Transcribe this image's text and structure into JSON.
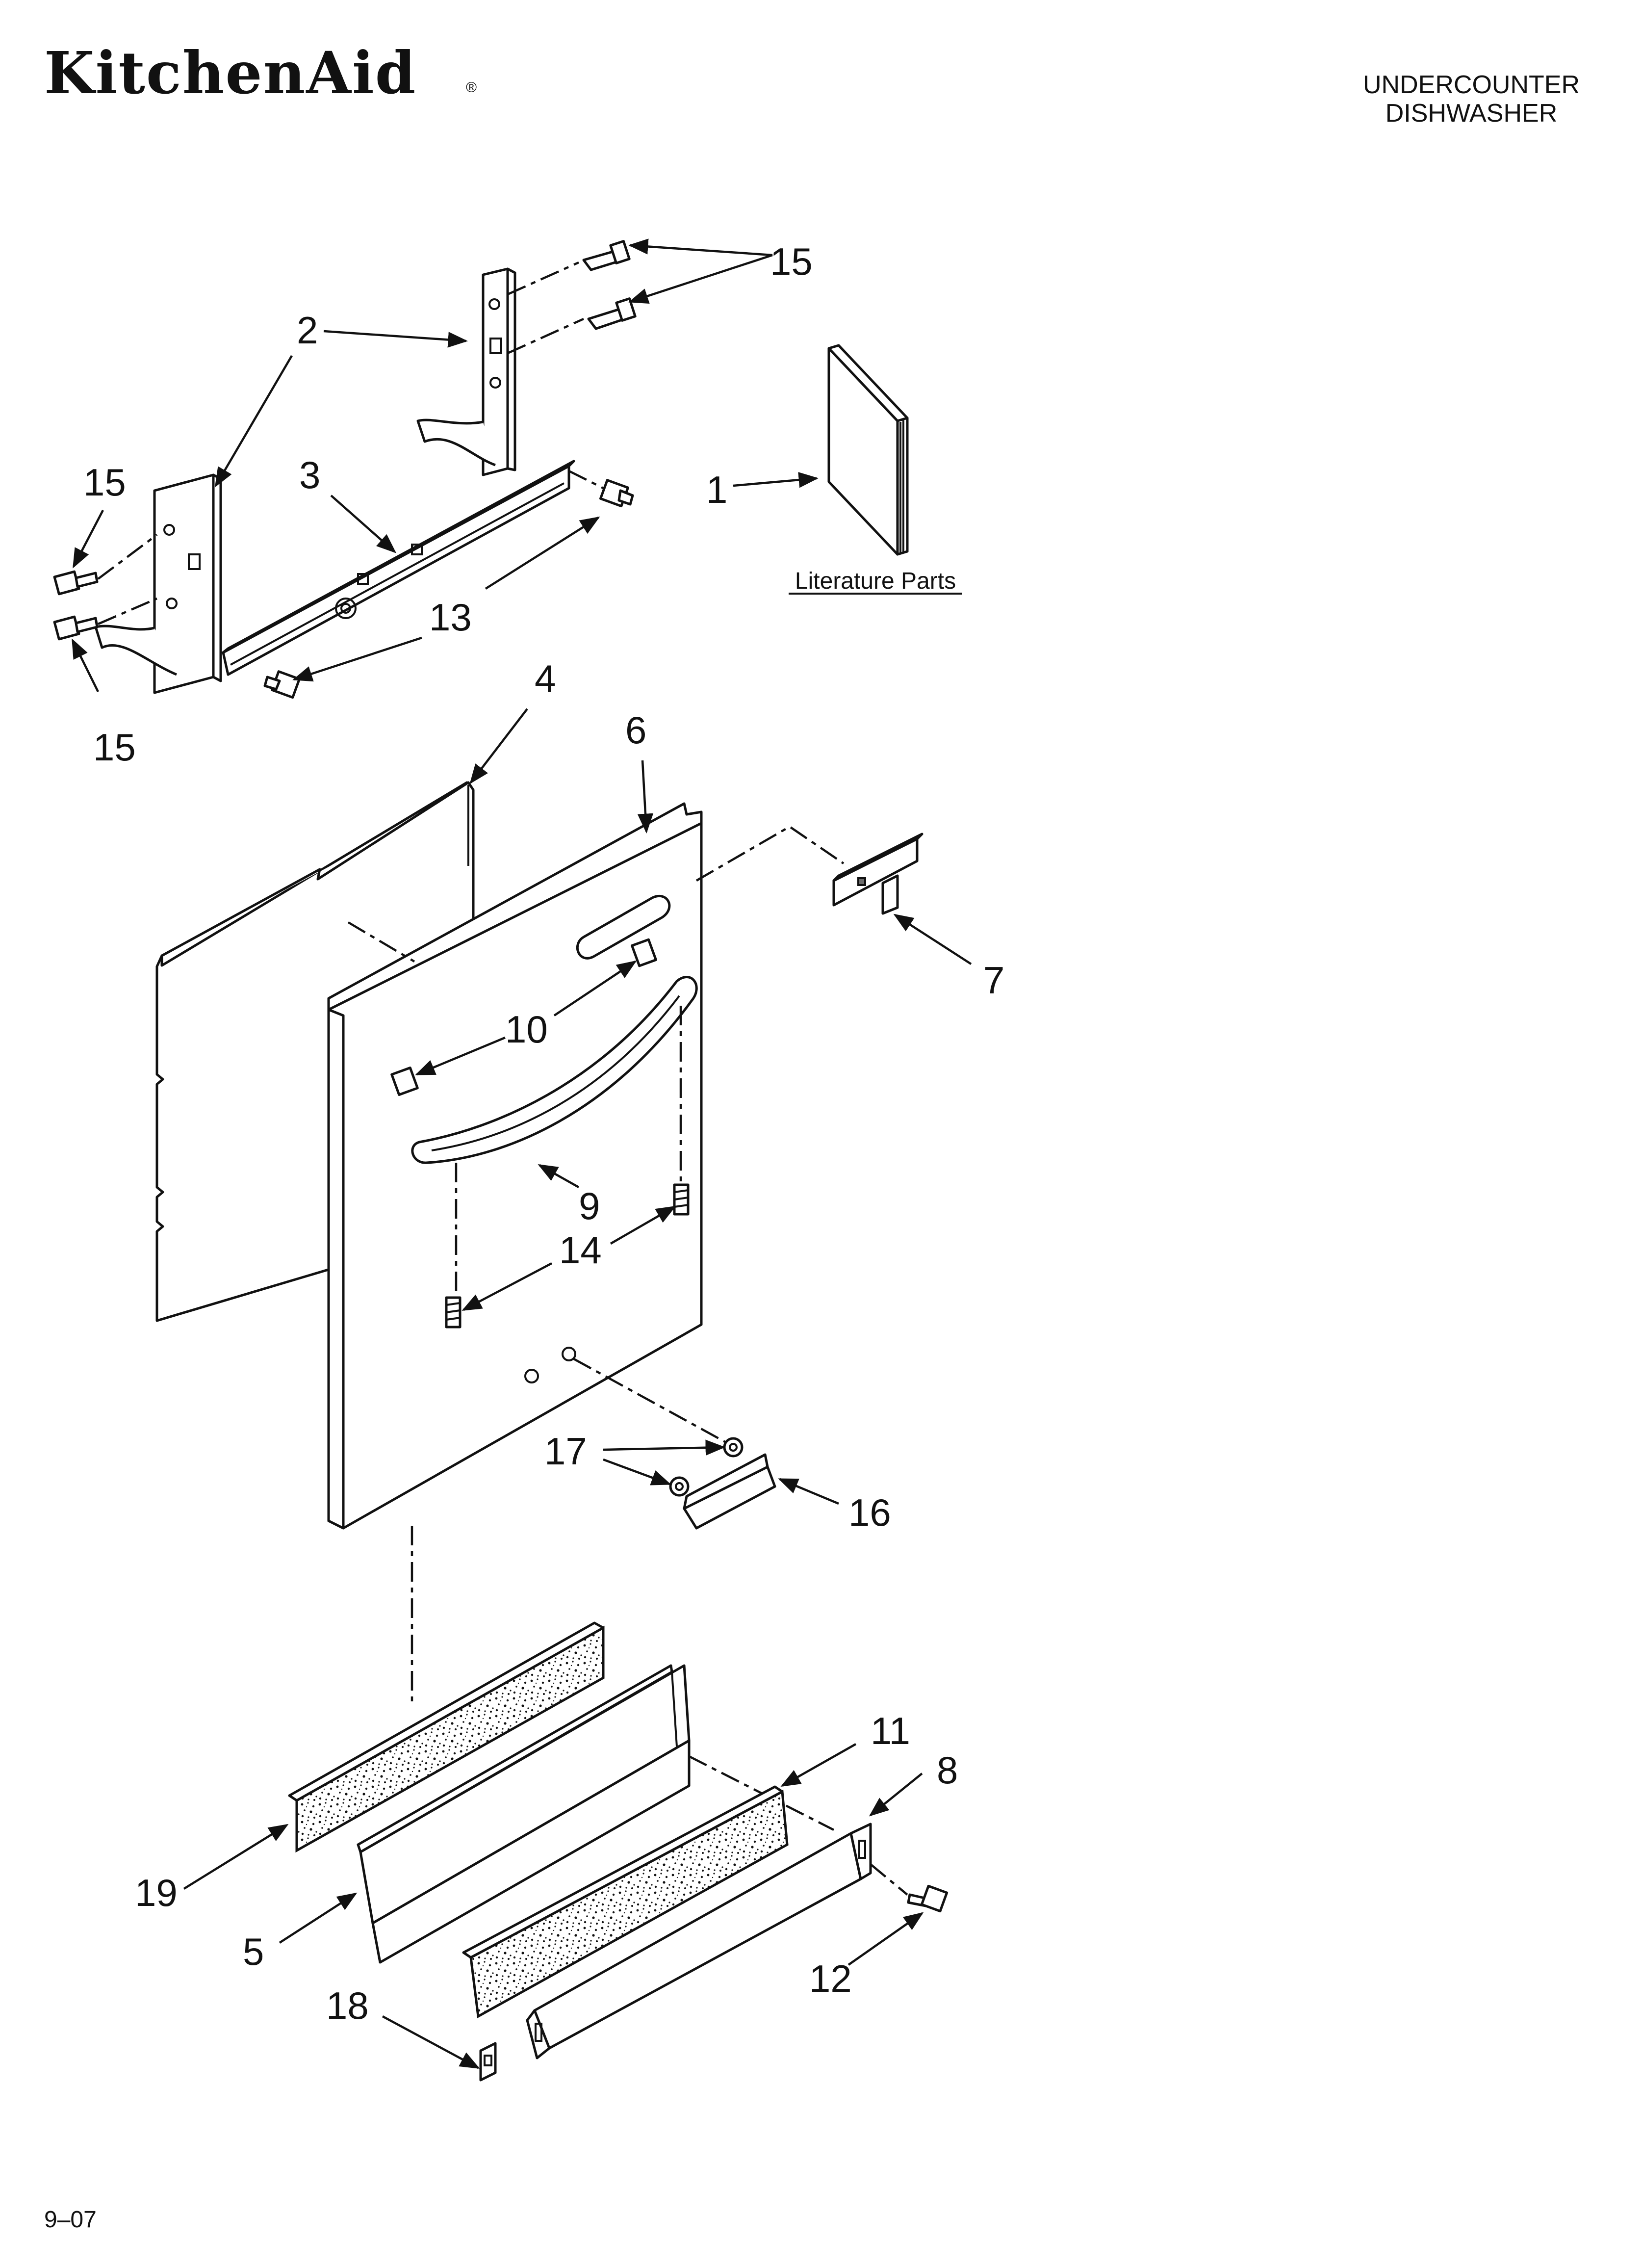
{
  "header": {
    "brand": "KitchenAid",
    "registered": "®",
    "product_line1": "UNDERCOUNTER",
    "product_line2": "DISHWASHER"
  },
  "literature_label": "Literature Parts",
  "callouts": {
    "c1": "1",
    "c2": "2",
    "c3": "3",
    "c4": "4",
    "c5": "5",
    "c6": "6",
    "c7": "7",
    "c8": "8",
    "c9": "9",
    "c10": "10",
    "c11": "11",
    "c12": "12",
    "c13": "13",
    "c14": "14",
    "c15a": "15",
    "c15b": "15",
    "c15c": "15",
    "c16": "16",
    "c17": "17",
    "c18": "18",
    "c19": "19"
  },
  "footer": {
    "date_code": "9–07"
  }
}
